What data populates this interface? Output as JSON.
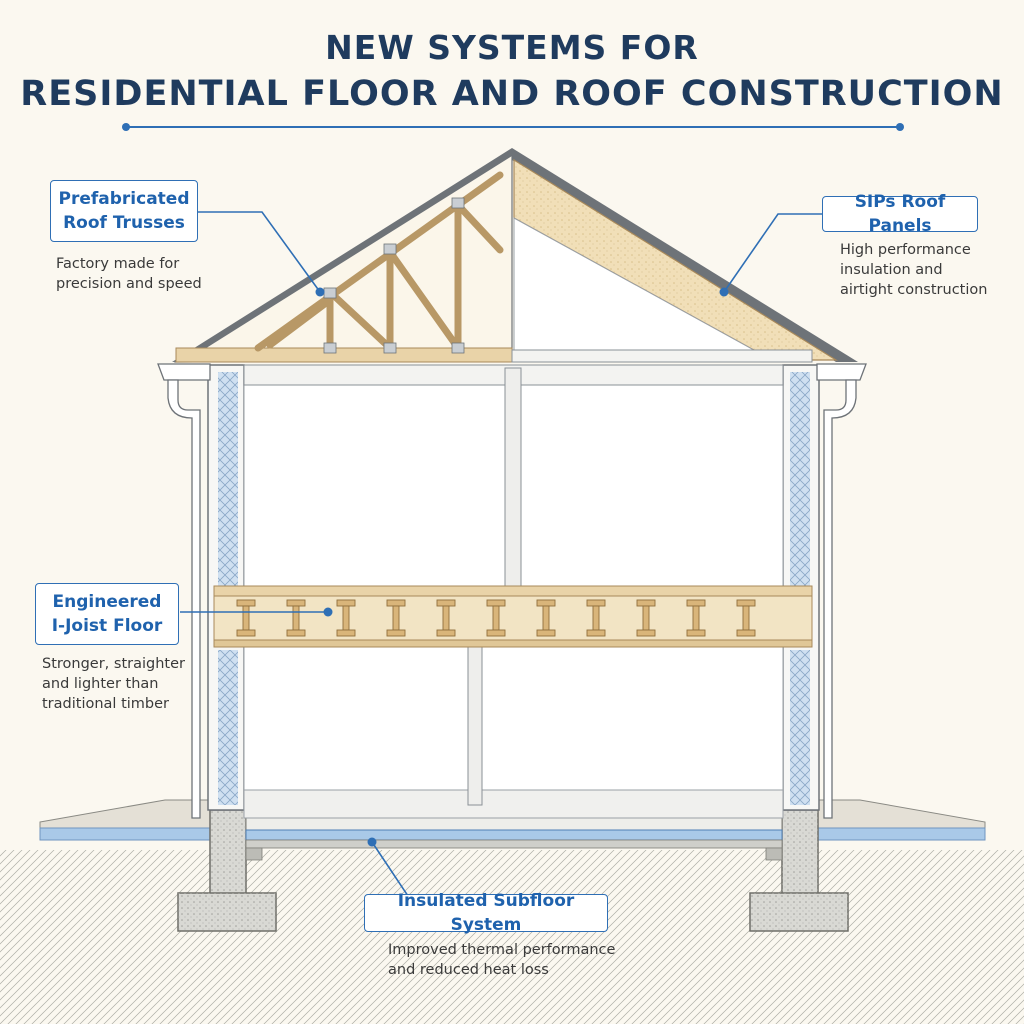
{
  "title": {
    "line1": "NEW SYSTEMS FOR",
    "line2": "RESIDENTIAL FLOOR AND ROOF CONSTRUCTION"
  },
  "callouts": {
    "roof_trusses": {
      "label": "Prefabricated Roof Trusses",
      "label_line1": "Prefabricated",
      "label_line2": "Roof Trusses",
      "desc_line1": "Factory made for",
      "desc_line2": "precision and speed"
    },
    "sips": {
      "label": "SIPs Roof Panels",
      "desc_line1": "High performance",
      "desc_line2": "insulation and",
      "desc_line3": "airtight construction"
    },
    "ijoist": {
      "label_line1": "Engineered",
      "label_line2": "I-Joist Floor",
      "desc_line1": "Stronger, straighter",
      "desc_line2": "and lighter than",
      "desc_line3": "traditional timber"
    },
    "subfloor": {
      "label": "Insulated Subfloor System",
      "desc_line1": "Improved thermal performance",
      "desc_line2": "and reduced heat loss"
    }
  },
  "colors": {
    "title": "#1f3b5e",
    "accent": "#2f6fb5",
    "timber": "#e9d3a8",
    "timber_dark": "#b89866",
    "insulation": "#a9c9e8",
    "concrete": "#d9d9d4",
    "roof_tile": "#6e7378"
  }
}
